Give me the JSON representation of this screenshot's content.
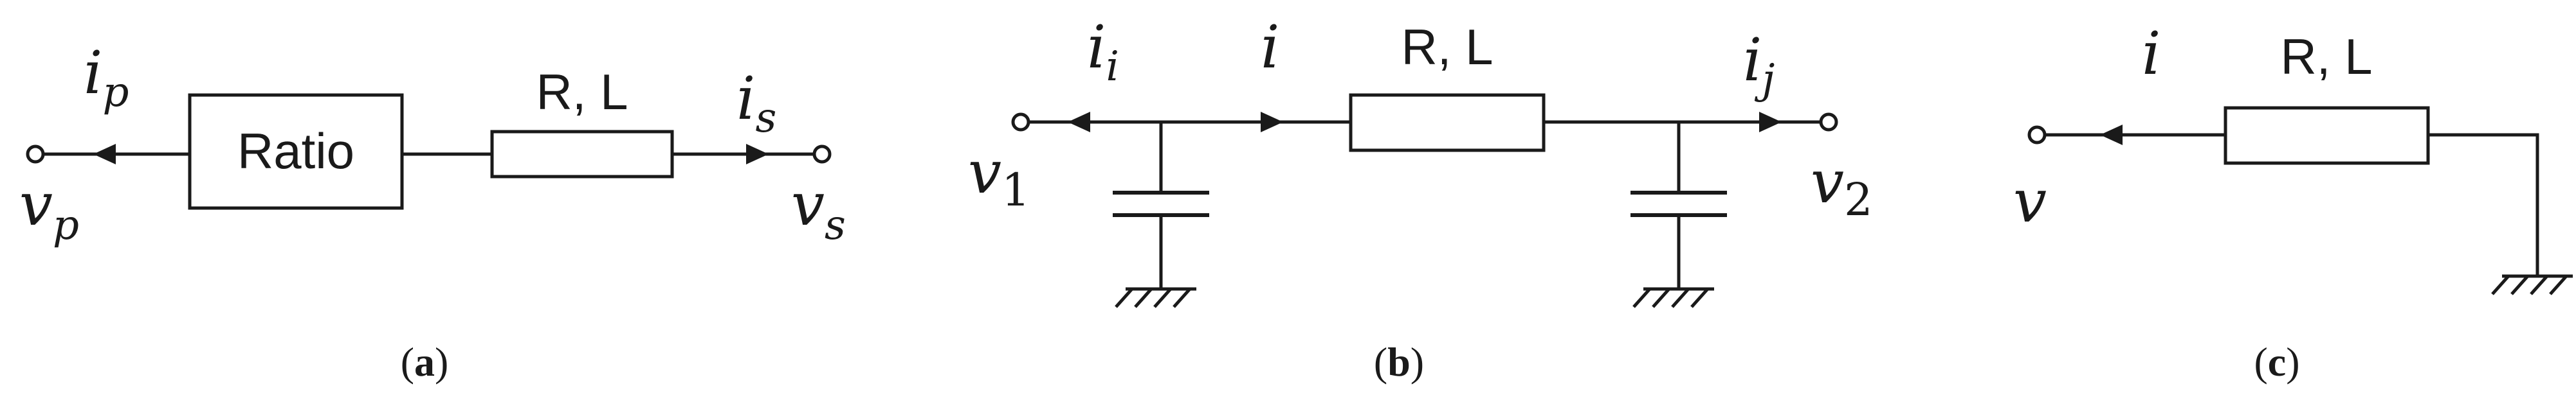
{
  "panel_a": {
    "transformer_label": "Ratio",
    "impedance_label": "R, L",
    "current_primary": {
      "main": "i",
      "sub": "p"
    },
    "current_secondary": {
      "main": "i",
      "sub": "s"
    },
    "voltage_primary": {
      "main": "v",
      "sub": "p"
    },
    "voltage_secondary": {
      "main": "v",
      "sub": "s"
    },
    "caption": {
      "open": "(",
      "letter": "a",
      "close": ")"
    }
  },
  "panel_b": {
    "impedance_label": "R, L",
    "current_i": {
      "main": "i",
      "sub": "i"
    },
    "current_mid": {
      "main": "i"
    },
    "current_j": {
      "main": "i",
      "sub": "j"
    },
    "voltage_1": {
      "main": "v",
      "sub": "1"
    },
    "voltage_2": {
      "main": "v",
      "sub": "2"
    },
    "caption": {
      "open": "(",
      "letter": "b",
      "close": ")"
    }
  },
  "panel_c": {
    "impedance_label": "R, L",
    "current": {
      "main": "i"
    },
    "voltage": {
      "main": "v"
    },
    "caption": {
      "open": "(",
      "letter": "c",
      "close": ")"
    }
  }
}
